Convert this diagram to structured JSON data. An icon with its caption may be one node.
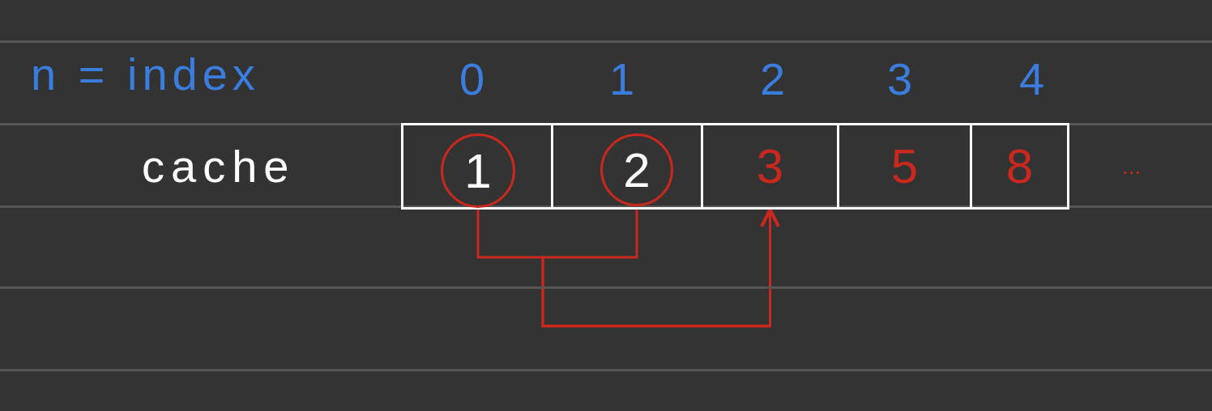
{
  "diagram": {
    "nodes": [
      {
        "text": [],
        "shape": "box"
      },
      {
        "text": [
          "1"
        ],
        "in": 0
      },
      {
        "text": [],
        "shape": "box"
      },
      {
        "text": [
          "2"
        ],
        "in": 2
      },
      {
        "text": [
          "3"
        ]
      },
      {
        "text": [
          "5"
        ]
      },
      {
        "text": [
          "8"
        ]
      }
    ],
    "edges": [
      {
        "from": 1,
        "to": 4,
        "arrow": "to"
      },
      {
        "from": 3,
        "to": 4,
        "arrow": "to"
      }
    ],
    "labels": [
      "n = index",
      "0",
      "1",
      "2",
      "3",
      "4",
      "cache",
      "..."
    ]
  }
}
